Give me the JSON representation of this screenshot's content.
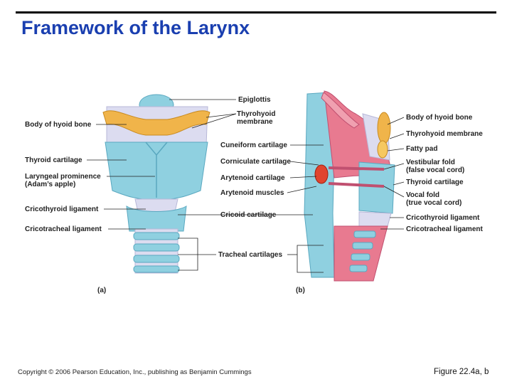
{
  "title": "Framework of the Larynx",
  "labels": {
    "epiglottis": "Epiglottis",
    "thyrohyoid_membrane_a_line1": "Thyrohyoid",
    "thyrohyoid_membrane_a_line2": "membrane",
    "body_of_hyoid_a": "Body of hyoid bone",
    "cuneiform": "Cuneiform cartilage",
    "thyroid_cartilage_a": "Thyroid cartilage",
    "corniculate": "Corniculate cartilage",
    "laryngeal_prominence_line1": "Laryngeal prominence",
    "laryngeal_prominence_line2": "(Adam’s apple)",
    "arytenoid_cartilage": "Arytenoid cartilage",
    "arytenoid_muscles": "Arytenoid muscles",
    "cricothyroid_ligament_a": "Cricothyroid ligament",
    "cricoid_cartilage": "Cricoid cartilage",
    "cricotracheal_ligament_a": "Cricotracheal ligament",
    "tracheal_cartilages": "Tracheal cartilages",
    "body_of_hyoid_b": "Body of hyoid bone",
    "thyrohyoid_membrane_b": "Thyrohyoid membrane",
    "fatty_pad": "Fatty pad",
    "vestibular_fold_line1": "Vestibular fold",
    "vestibular_fold_line2": "(false vocal cord)",
    "thyroid_cartilage_b": "Thyroid cartilage",
    "vocal_fold_line1": "Vocal fold",
    "vocal_fold_line2": "(true vocal cord)",
    "cricothyroid_ligament_b": "Cricothyroid ligament",
    "cricotracheal_ligament_b": "Cricotracheal ligament"
  },
  "panels": {
    "a": "(a)",
    "b": "(b)"
  },
  "footer": {
    "copyright": "Copyright © 2006 Pearson Education, Inc., publishing as Benjamin Cummings",
    "figure": "Figure 22.4a, b"
  },
  "colors": {
    "title": "#1a3fb0",
    "cartilage": "#8fd0e0",
    "hyoid": "#f0b44a",
    "membrane": "#d8d8ee",
    "mucosa": "#e87a90",
    "arytenoid": "#e0442e"
  }
}
